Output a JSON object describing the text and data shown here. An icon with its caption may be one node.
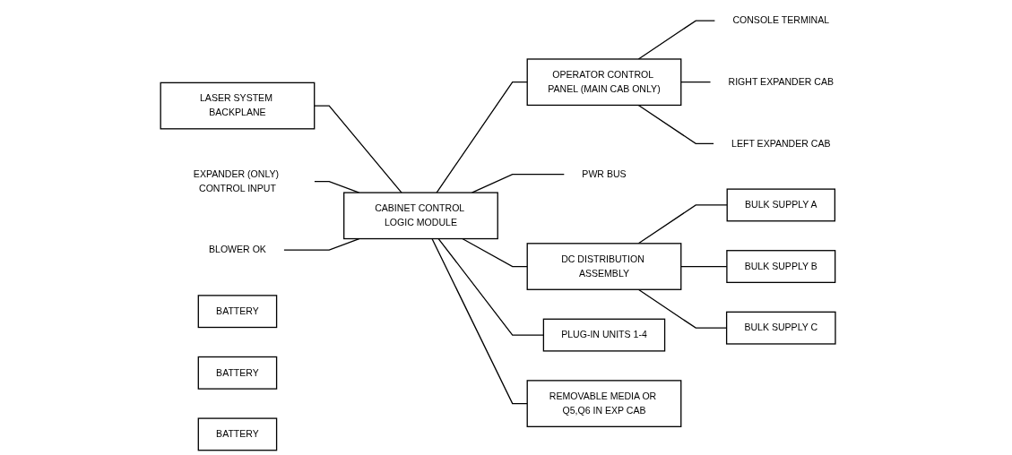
{
  "diagram": {
    "nodes": [
      {
        "text": [
          "LASER SYSTEM BACKPLANE"
        ]
      },
      {
        "text": [
          "OPERATOR CONTROL PANEL (MAIN CAB ONLY)"
        ]
      },
      {
        "text": [
          "CONSOLE TERMINAL"
        ]
      },
      {
        "text": [
          "RIGHT EXPANDER CAB"
        ]
      },
      {
        "text": [
          "LEFT EXPANDER CAB"
        ]
      },
      {
        "text": [
          "EXPANDER (ONLY) CONTROL INPUT"
        ]
      },
      {
        "text": [
          "CABINET CONTROL LOGIC MODULE"
        ]
      },
      {
        "text": [
          "PWR BUS"
        ]
      },
      {
        "text": [
          "BLOWER OK"
        ]
      },
      {
        "text": [
          "DC DISTRIBUTION ASSEMBLY"
        ]
      },
      {
        "text": [
          "BULK SUPPLY A"
        ]
      },
      {
        "text": [
          "BATTERY"
        ]
      },
      {
        "text": [
          "BULK SUPPLY B"
        ]
      },
      {
        "text": [
          "BATTERY"
        ]
      },
      {
        "text": [
          "BULK SUPPLY C"
        ]
      },
      {
        "text": [
          "BATTERY"
        ]
      },
      {
        "text": [
          "PLUG-IN UNITS 1-4"
        ]
      },
      {
        "text": [
          "REMOVABLE MEDIA OR Q5,Q6 IN EXP CAB"
        ]
      }
    ],
    "edges": [
      {
        "from": 0,
        "to": 6,
        "arrow": "none"
      },
      {
        "from": 6,
        "to": 1,
        "arrow": "none"
      },
      {
        "from": 1,
        "to": 2,
        "arrow": "none"
      },
      {
        "from": 1,
        "to": 3,
        "arrow": "none"
      },
      {
        "from": 1,
        "to": 4,
        "arrow": "none"
      },
      {
        "from": 5,
        "to": 6,
        "arrow": "none"
      },
      {
        "from": 6,
        "to": 7,
        "arrow": "none"
      },
      {
        "from": 8,
        "to": 6,
        "arrow": "none"
      },
      {
        "from": 6,
        "to": 9,
        "arrow": "none"
      },
      {
        "from": 9,
        "to": 10,
        "arrow": "none"
      },
      {
        "from": 9,
        "to": 12,
        "arrow": "none"
      },
      {
        "from": 9,
        "to": 14,
        "arrow": "none"
      },
      {
        "from": 6,
        "to": 16,
        "arrow": "none"
      },
      {
        "from": 6,
        "to": 17,
        "arrow": "none"
      }
    ]
  }
}
